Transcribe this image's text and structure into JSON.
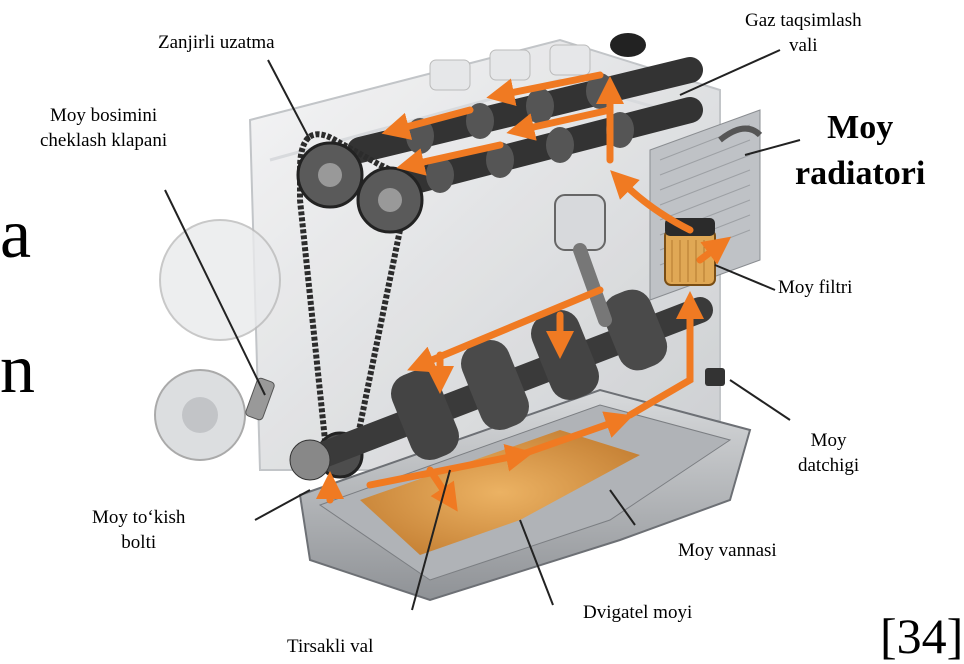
{
  "side_letters": {
    "first": "a",
    "second": "n"
  },
  "labels": {
    "chain_drive": "Zanjirli uzatma",
    "camshaft": [
      "Gaz taqsimlash",
      "vali"
    ],
    "oil_pressure_valve": [
      "Moy bosimini",
      "cheklash klapani"
    ],
    "oil_radiator": [
      "Moy",
      "radiatori"
    ],
    "oil_filter": "Moy filtri",
    "oil_sensor": [
      "Moy",
      "datchigi"
    ],
    "drain_bolt": [
      "Moy to‘kish",
      "bolti"
    ],
    "oil_pan": "Moy vannasi",
    "engine_oil": "Dvigatel moyi",
    "crankshaft": "Tirsakli val"
  },
  "reference": "[34]",
  "colors": {
    "oil_flow": "#f07a22",
    "engine_metal": "#c9ccd0",
    "dark_metal": "#3a3a3a",
    "oil": "#e8a040"
  }
}
